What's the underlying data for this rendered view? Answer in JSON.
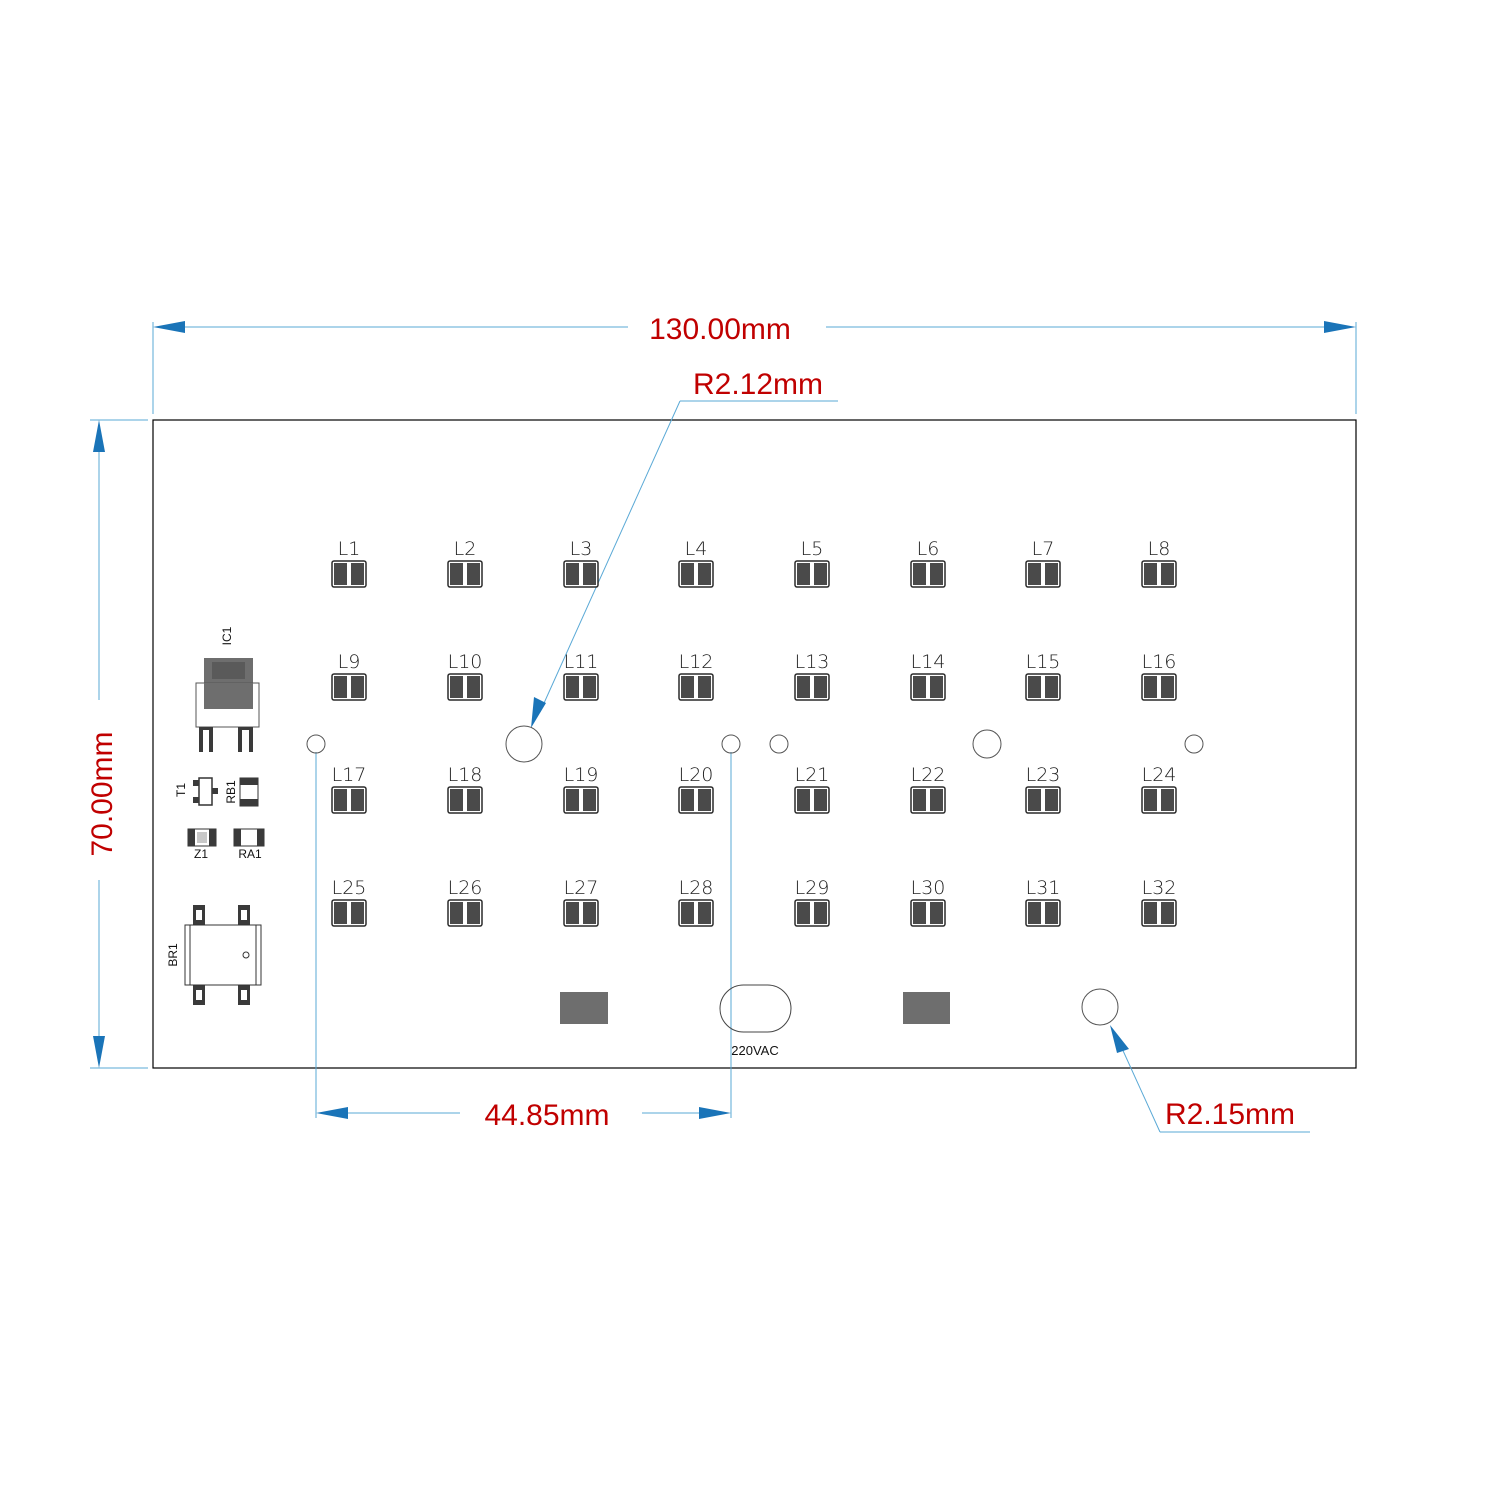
{
  "dimensions": {
    "width_label": "130.00mm",
    "height_label": "70.00mm",
    "hole_spacing_label": "44.85mm",
    "hole_radius_top_label": "R2.12mm",
    "hole_radius_bottom_label": "R2.15mm"
  },
  "connector_label": "220VAC",
  "leds": [
    "L1",
    "L2",
    "L3",
    "L4",
    "L5",
    "L6",
    "L7",
    "L8",
    "L9",
    "L10",
    "L11",
    "L12",
    "L13",
    "L14",
    "L15",
    "L16",
    "L17",
    "L18",
    "L19",
    "L20",
    "L21",
    "L22",
    "L23",
    "L24",
    "L25",
    "L26",
    "L27",
    "L28",
    "L29",
    "L30",
    "L31",
    "L32"
  ],
  "components": {
    "ic": "IC1",
    "transistor": "T1",
    "resistor_b": "RB1",
    "zener": "Z1",
    "resistor_a": "RA1",
    "bridge": "BR1"
  },
  "colors": {
    "dimension_text": "#c00000",
    "dimension_line": "#5aa9d6",
    "arrow": "#1a74b8",
    "pad": "#6e6e6e",
    "outline": "#000000"
  }
}
